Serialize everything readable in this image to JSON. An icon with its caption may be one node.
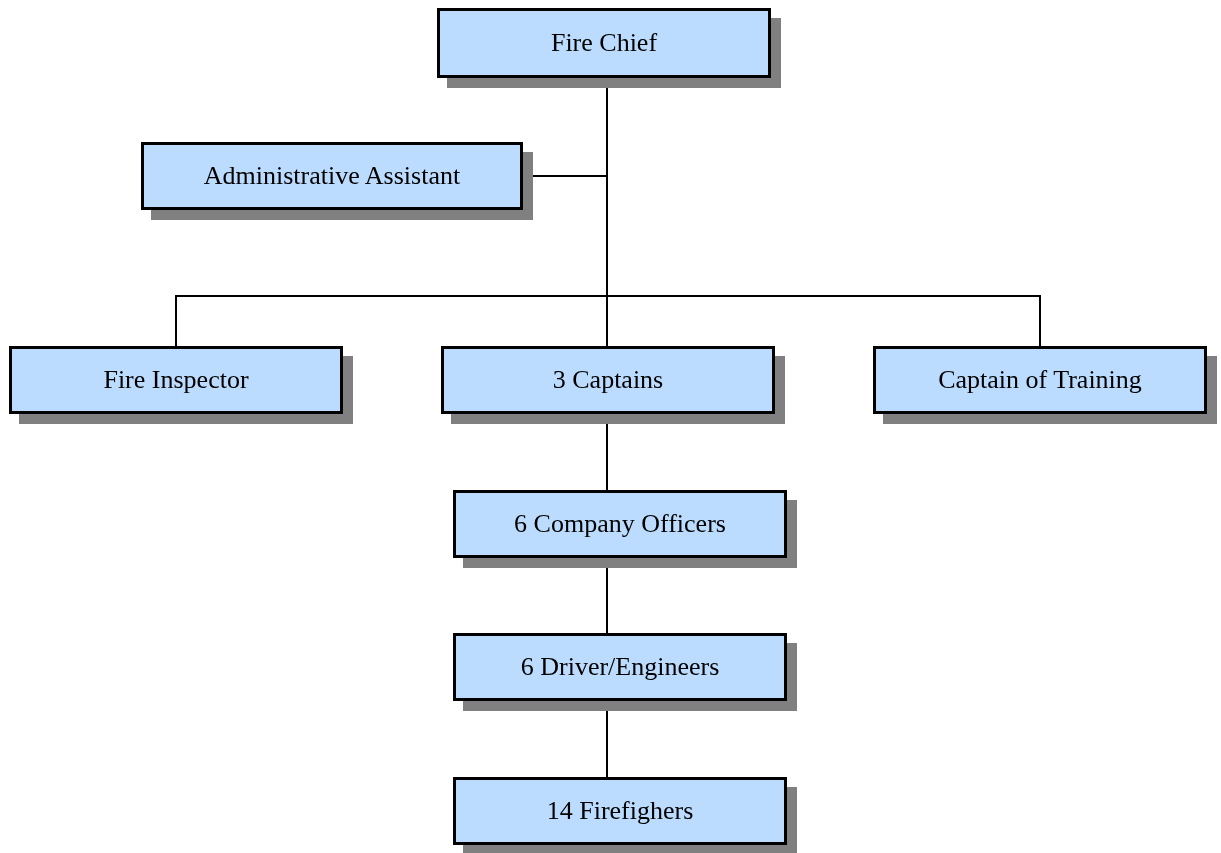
{
  "diagram": {
    "nodes": [
      {
        "text": [
          "Fire Chief"
        ]
      },
      {
        "text": [
          "Administrative Assistant"
        ]
      },
      {
        "text": [
          "Fire Inspector"
        ]
      },
      {
        "text": [
          "3 Captains"
        ]
      },
      {
        "text": [
          "Captain of Training"
        ]
      },
      {
        "text": [
          "6 Company Officers"
        ]
      },
      {
        "text": [
          "6 Driver/Engineers"
        ]
      },
      {
        "text": [
          "14 Firefighers"
        ]
      }
    ],
    "edges": [
      {
        "from": 0,
        "to": 1,
        "arrow": "none"
      },
      {
        "from": 0,
        "to": 2,
        "arrow": "none"
      },
      {
        "from": 0,
        "to": 3,
        "arrow": "none"
      },
      {
        "from": 0,
        "to": 4,
        "arrow": "none"
      },
      {
        "from": 3,
        "to": 5,
        "arrow": "none"
      },
      {
        "from": 5,
        "to": 6,
        "arrow": "none"
      },
      {
        "from": 6,
        "to": 7,
        "arrow": "none"
      }
    ]
  }
}
